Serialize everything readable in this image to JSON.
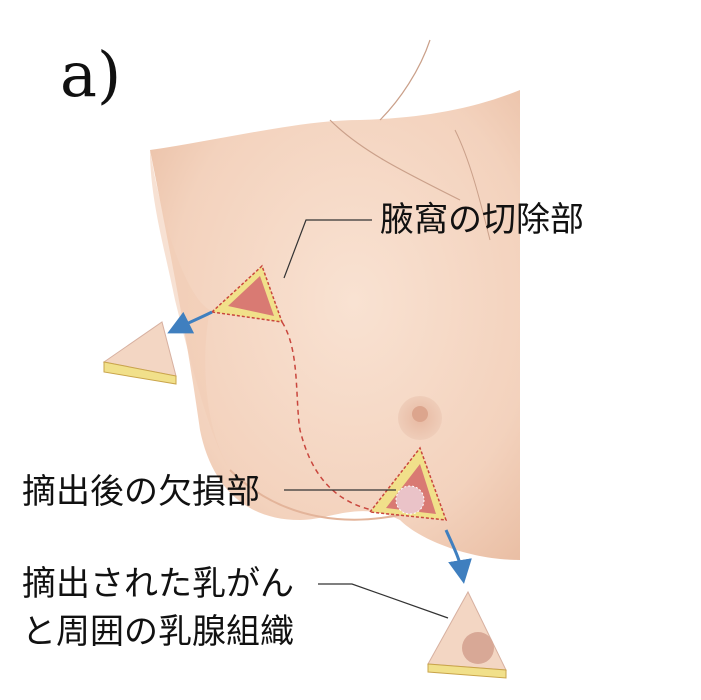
{
  "panel_letter": "a)",
  "labels": {
    "axilla_excision": "腋窩の切除部",
    "defect_after_excision": "摘出後の欠損部",
    "specimen_line1": "摘出された乳がん",
    "specimen_line2": "と周囲の乳腺組織"
  },
  "colors": {
    "skin": "#f6d9c6",
    "skin_shadow": "#ecc4aa",
    "arrow": "#3f7fbf",
    "tissue_red": "#d97a73",
    "fat_yellow": "#f1e08a",
    "tumor": "#d8a896",
    "dashed_incision": "#c9463d"
  }
}
